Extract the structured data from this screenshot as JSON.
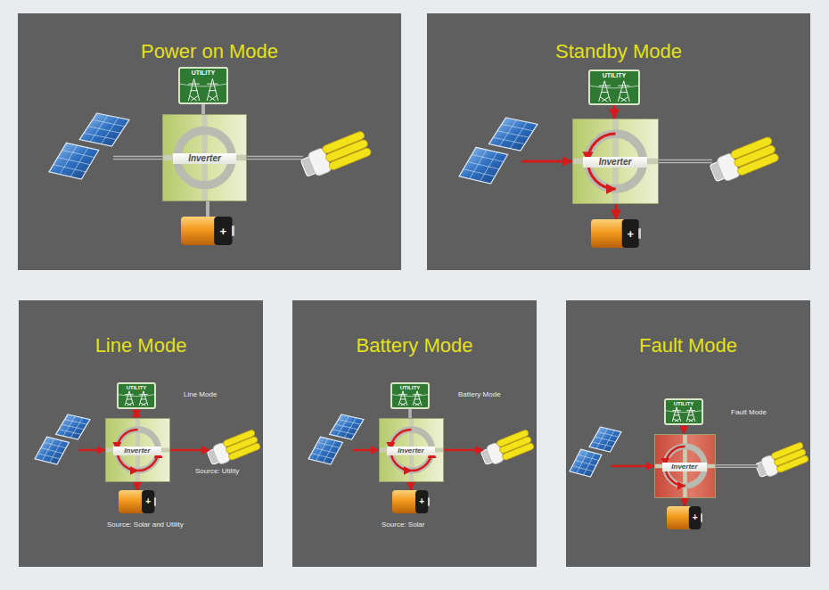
{
  "diagram": {
    "nodes": [
      {
        "text": [
          "Power on Mode"
        ]
      },
      {
        "text": [
          "UTILITY"
        ],
        "in": 0
      },
      {
        "text": [
          "Inverter"
        ],
        "in": 0
      },
      {
        "text": [
          "+"
        ],
        "in": 0
      },
      {
        "text": [
          "Standby Mode"
        ]
      },
      {
        "text": [
          "UTILITY"
        ],
        "in": 4
      },
      {
        "text": [
          "Inverter"
        ],
        "in": 4
      },
      {
        "text": [
          "+"
        ],
        "in": 4
      },
      {
        "text": [
          "Line Mode"
        ]
      },
      {
        "text": [
          "UTILITY"
        ],
        "in": 8
      },
      {
        "text": [
          "Inverter"
        ],
        "in": 8
      },
      {
        "text": [
          "+"
        ],
        "in": 8
      },
      {
        "text": [
          "Battery Mode"
        ]
      },
      {
        "text": [
          "UTILITY"
        ],
        "in": 12
      },
      {
        "text": [
          "Inverter"
        ],
        "in": 12
      },
      {
        "text": [
          "+"
        ],
        "in": 12
      },
      {
        "text": [
          "Fault Mode"
        ]
      },
      {
        "text": [
          "UTILITY"
        ],
        "in": 16
      },
      {
        "text": [
          "Inverter"
        ],
        "in": 16
      },
      {
        "text": [
          "+"
        ],
        "in": 16
      }
    ],
    "edges": [
      {
        "from": 1,
        "to": 2,
        "arrow": "none"
      },
      {
        "from": 2,
        "to": 3,
        "arrow": "none"
      },
      {
        "from": 5,
        "to": 6,
        "arrow": "to"
      },
      {
        "from": 6,
        "to": 7,
        "arrow": "to"
      },
      {
        "from": 9,
        "to": 10,
        "arrow": "both"
      },
      {
        "from": 10,
        "to": 11,
        "arrow": "to"
      },
      {
        "from": 13,
        "to": 14,
        "arrow": "none"
      },
      {
        "from": 14,
        "to": 15,
        "arrow": "to"
      },
      {
        "from": 17,
        "to": 18,
        "arrow": "to"
      },
      {
        "from": 18,
        "to": 19,
        "arrow": "to"
      }
    ],
    "labels": [
      "Line Mode",
      "Source: Utility",
      "Source: Solar and Utility",
      "Battery Mode",
      "Source: Solar",
      "Fault Mode"
    ]
  }
}
